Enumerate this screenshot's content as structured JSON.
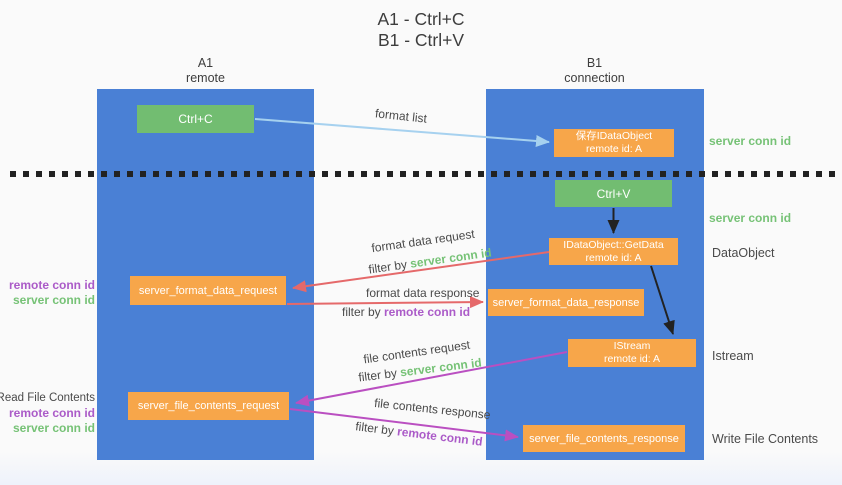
{
  "title": {
    "line1": "A1 - Ctrl+C",
    "line2": "B1 - Ctrl+V"
  },
  "columns": {
    "left": {
      "title": "A1",
      "subtitle": "remote"
    },
    "right": {
      "title": "B1",
      "subtitle": "connection"
    }
  },
  "boxes": {
    "ctrl_c": "Ctrl+C",
    "ctrl_v": "Ctrl+V",
    "save_idataobject_line1": "保存IDataObject",
    "save_idataobject_line2": "remote id: A",
    "getdata_line1": "IDataObject::GetData",
    "getdata_line2": "remote id: A",
    "istream_line1": "IStream",
    "istream_line2": "remote id: A",
    "server_format_data_request": "server_format_data_request",
    "server_format_data_response": "server_format_data_response",
    "server_file_contents_request": "server_file_contents_request",
    "server_file_contents_response": "server_file_contents_response"
  },
  "arrow_labels": {
    "format_list": "format list",
    "format_data_request": "format data request",
    "format_data_response": "format data response",
    "file_contents_request": "file contents request",
    "file_contents_response": "file contents response",
    "filter_by": "filter by ",
    "server_conn_id": "server conn id",
    "remote_conn_id": "remote conn id"
  },
  "side_labels": {
    "server_conn_id": "server conn id",
    "remote_conn_id": "remote conn id",
    "dataobject": "DataObject",
    "istream": "Istream",
    "read_file_contents": "Read File Contents",
    "write_file_contents": "Write File Contents"
  },
  "colors": {
    "background": "#fafafa",
    "column_blue": "#4a80d5",
    "box_green": "#72bd71",
    "box_orange": "#f7a64a",
    "text_dark": "#3d3d3d",
    "label_gray": "#4a4a4a",
    "green_text": "#76c276",
    "purple_text": "#ab5bc8",
    "arrow_red": "#e5696a",
    "arrow_magenta": "#ba4fc1",
    "arrow_blue": "#a6d1ef",
    "arrow_black": "#222222"
  }
}
